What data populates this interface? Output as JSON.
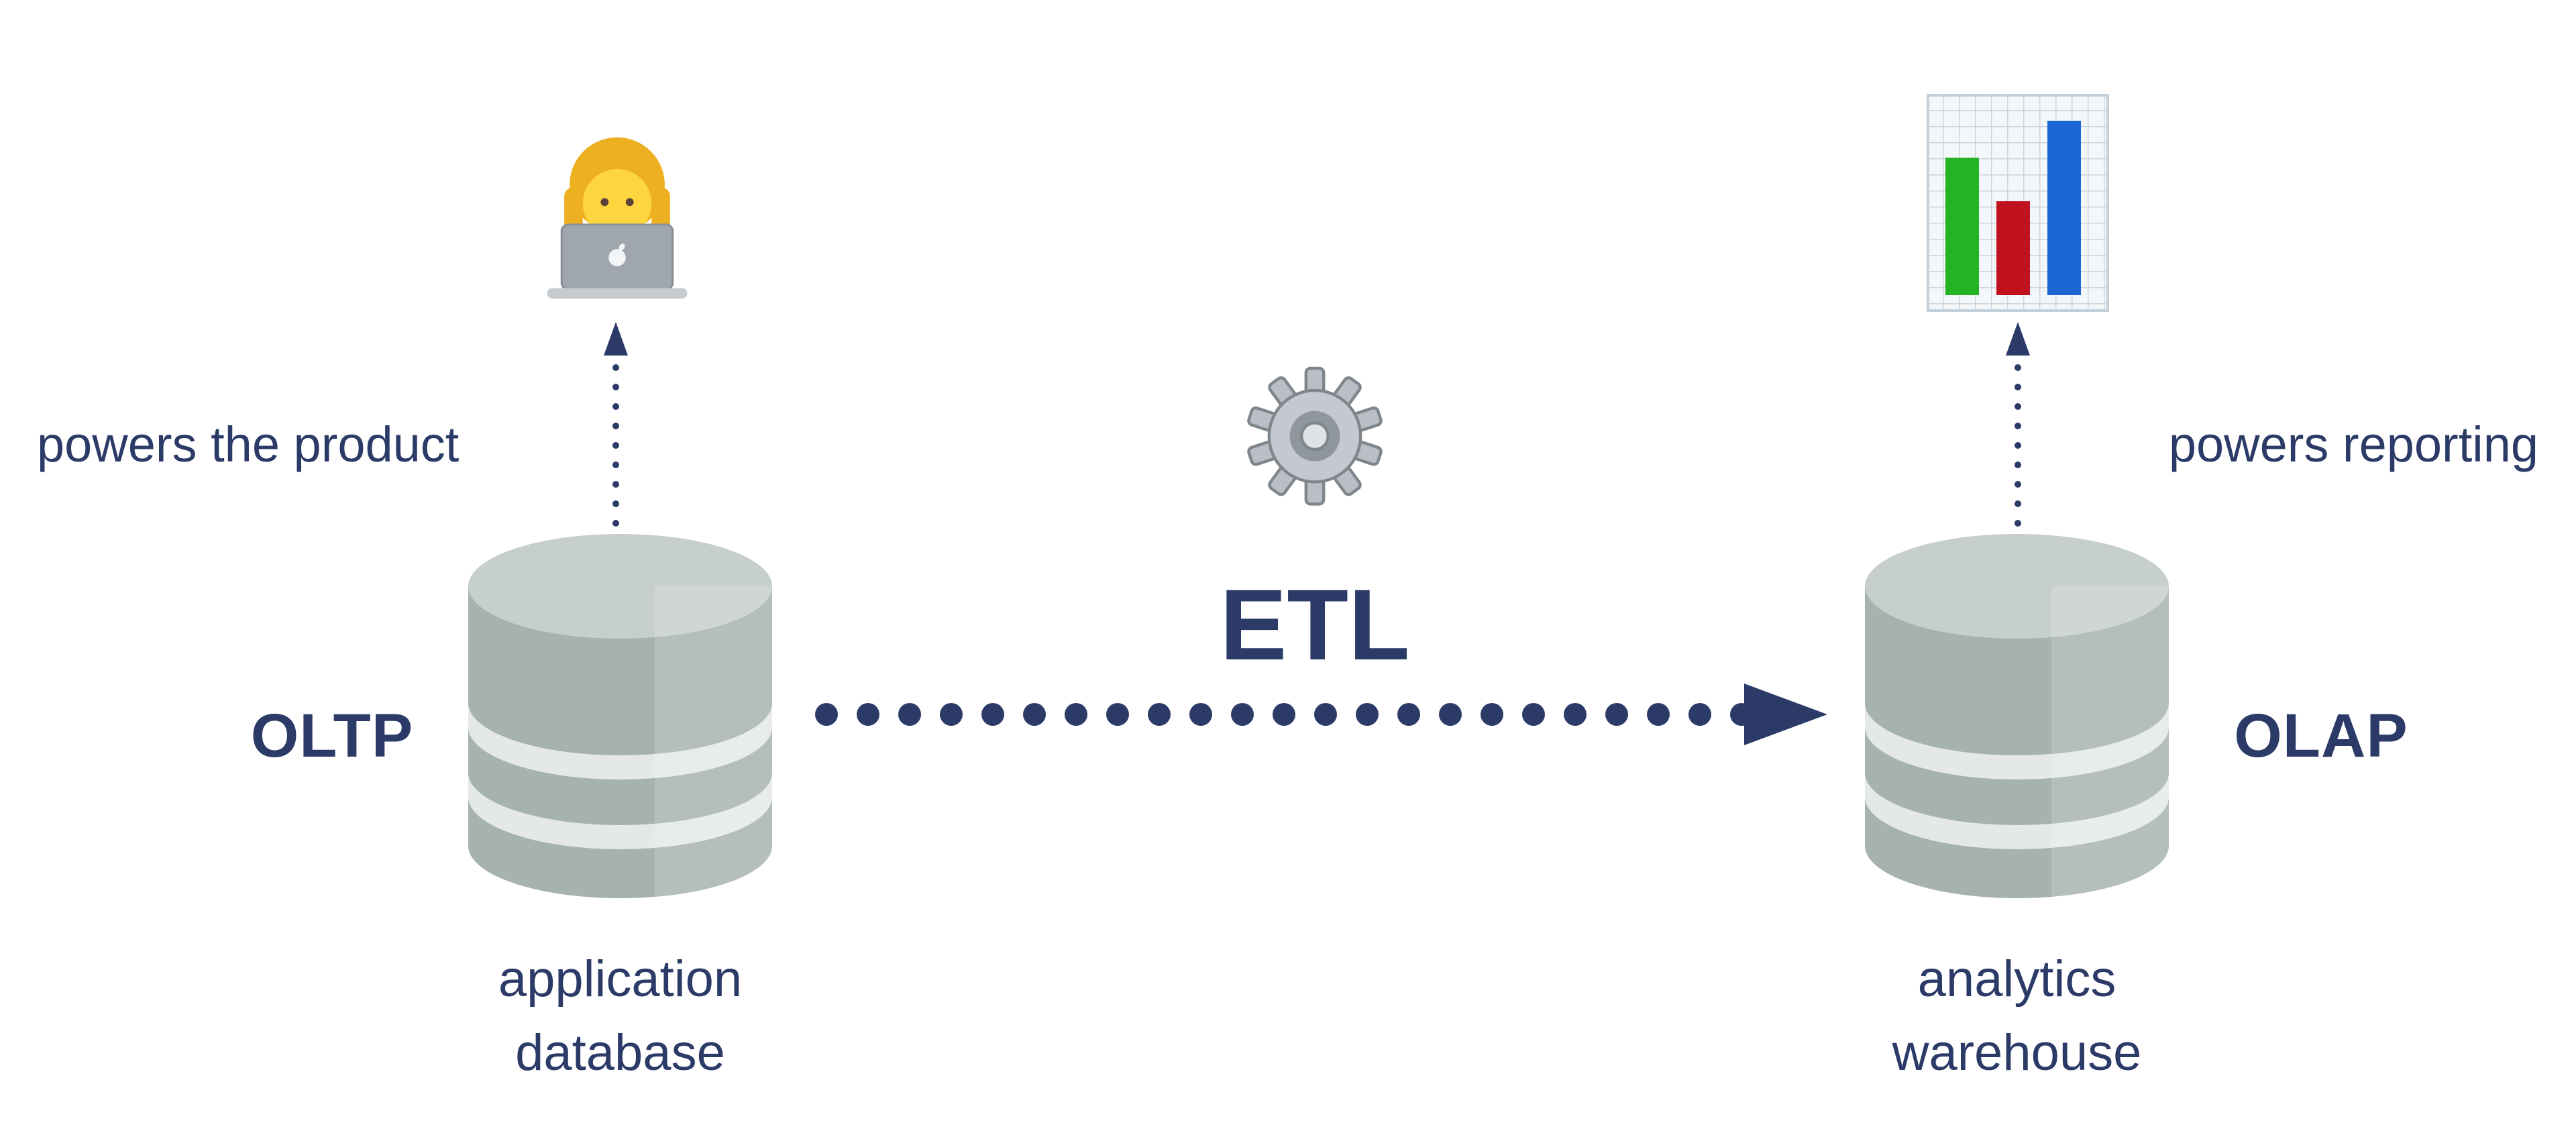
{
  "diagram": {
    "colors": {
      "text_navy": "#2b3a67",
      "arrow_navy": "#2b3a67",
      "cylinder_body": "#a6b2af",
      "cylinder_stripe": "#e4e9e8",
      "cylinder_top": "#c6cfcc",
      "chart_green": "#22b422",
      "chart_red": "#c1121f",
      "chart_blue": "#1b66d2"
    },
    "oltp": {
      "label": "OLTP",
      "caption_line1": "application",
      "caption_line2": "database",
      "arrow_label": "powers the product",
      "icon": "woman-technologist"
    },
    "etl": {
      "label": "ETL",
      "icon": "gear"
    },
    "olap": {
      "label": "OLAP",
      "caption_line1": "analytics",
      "caption_line2": "warehouse",
      "arrow_label": "powers reporting",
      "icon": "bar-chart"
    }
  }
}
